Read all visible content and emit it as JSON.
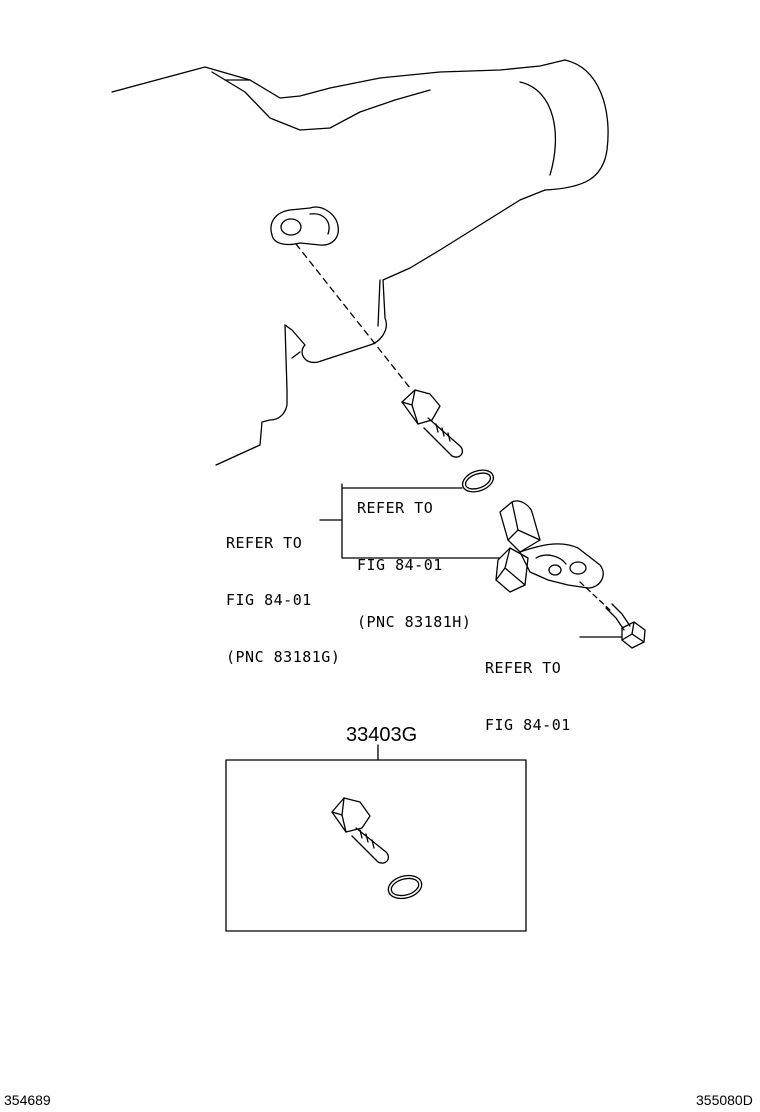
{
  "callouts": {
    "ref_upper_right": [
      "REFER TO",
      "FIG 84-01",
      "(PNC 83181H)"
    ],
    "ref_left": [
      "REFER TO",
      "FIG 84-01",
      "(PNC 83181G)"
    ],
    "ref_bolt": [
      "REFER TO",
      "FIG 84-01"
    ]
  },
  "kit": {
    "part_number": "33403G"
  },
  "footer": {
    "left_code": "354689",
    "right_code": "355080D"
  }
}
